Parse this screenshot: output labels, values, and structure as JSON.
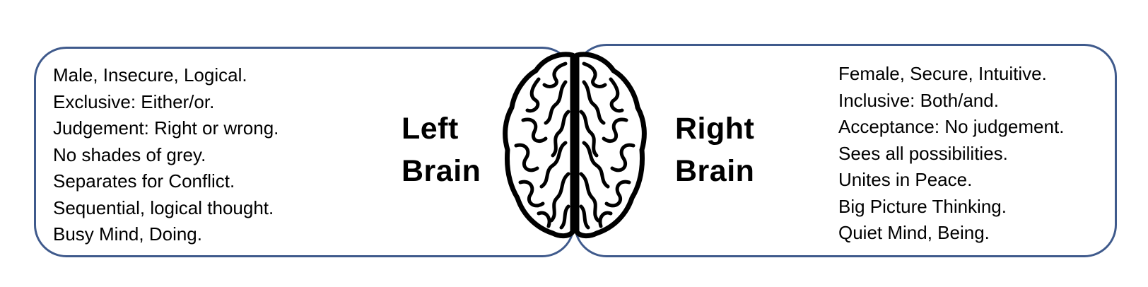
{
  "left": {
    "title_line1": "Left",
    "title_line2": "Brain",
    "traits": [
      "Male, Insecure, Logical.",
      "Exclusive: Either/or.",
      "Judgement: Right or wrong.",
      "No shades of grey.",
      "Separates for Conflict.",
      "Sequential, logical thought.",
      "Busy Mind, Doing."
    ]
  },
  "right": {
    "title_line1": "Right",
    "title_line2": "Brain",
    "traits": [
      "Female, Secure, Intuitive.",
      "Inclusive: Both/and.",
      "Acceptance: No judgement.",
      "Sees all possibilities.",
      "Unites in Peace.",
      "Big Picture Thinking.",
      "Quiet Mind, Being."
    ]
  },
  "colors": {
    "panel_border": "#3f5a8c",
    "text": "#000000",
    "background": "#ffffff"
  },
  "icons": {
    "center": "brain-icon"
  }
}
